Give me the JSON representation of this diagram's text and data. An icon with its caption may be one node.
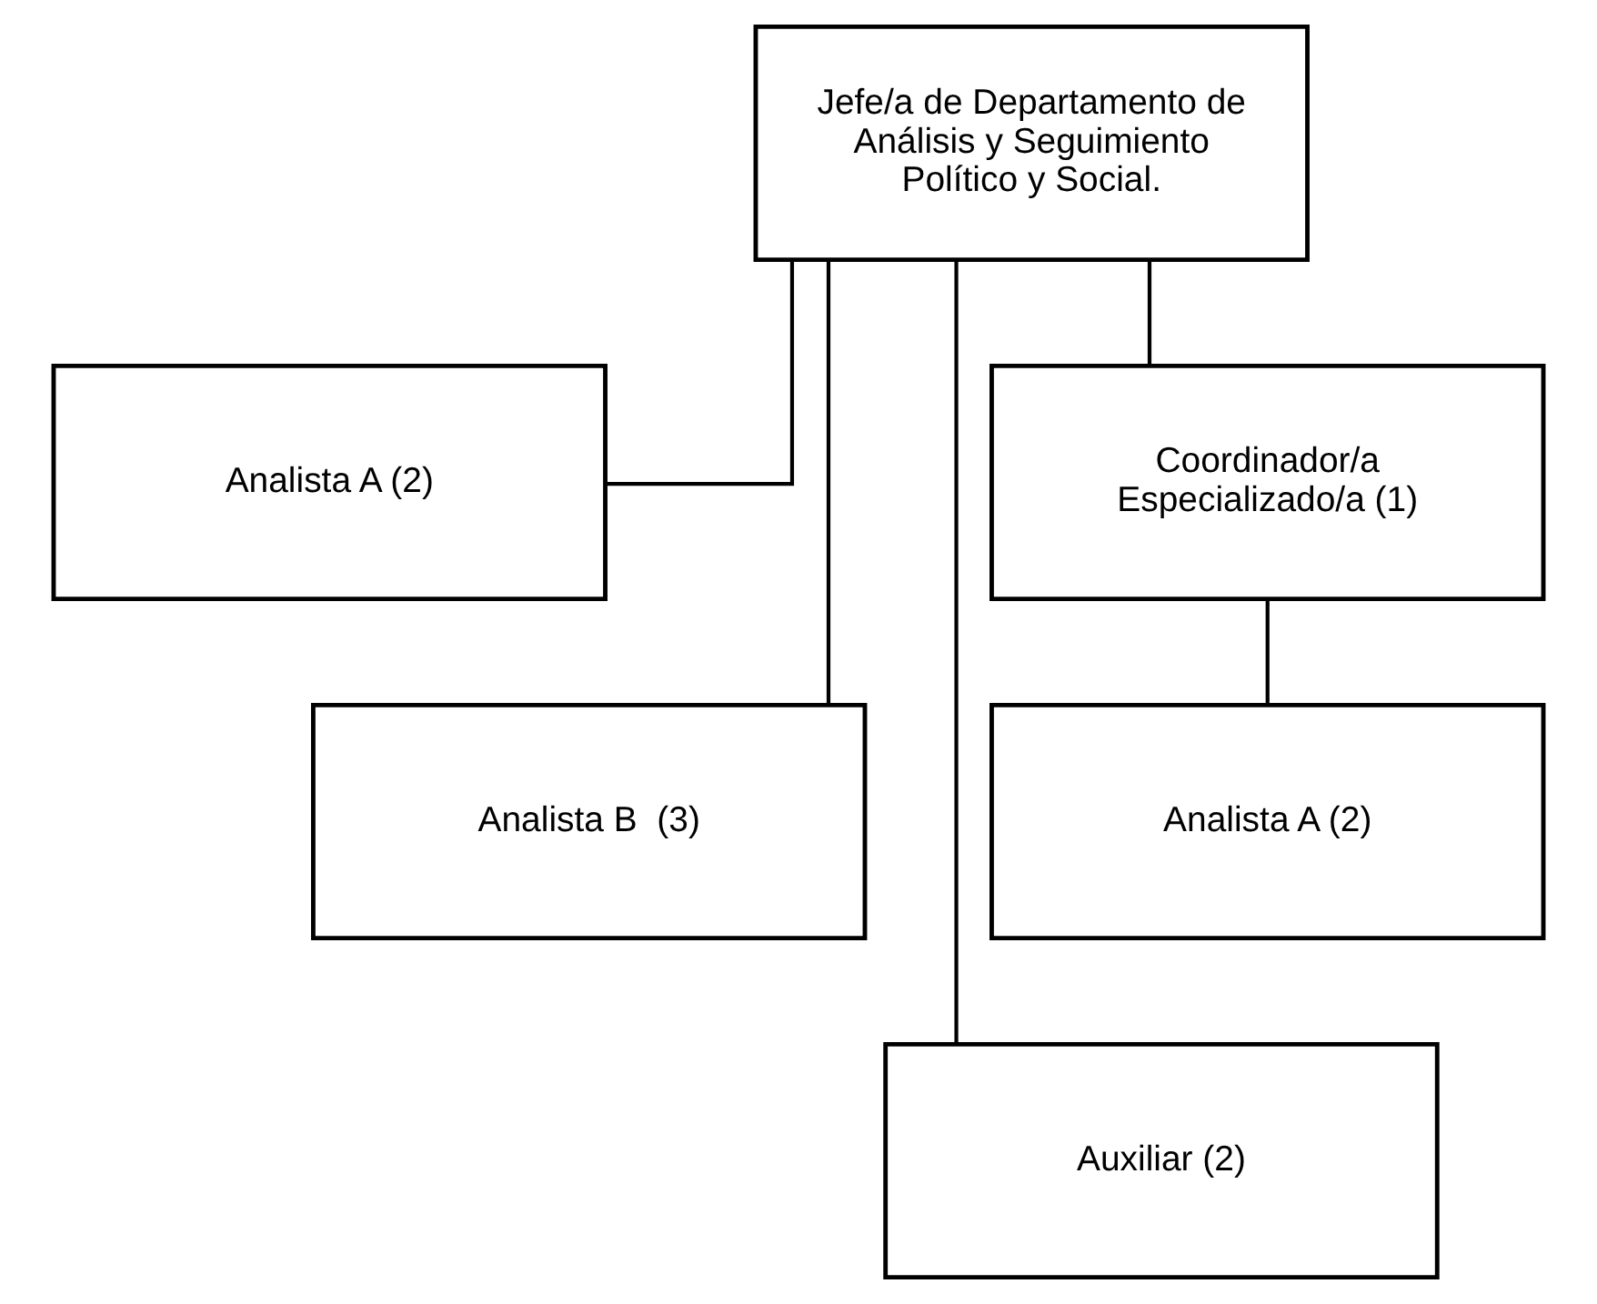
{
  "diagram": {
    "nodes": [
      {
        "text": [
          "Jefe/a de Departamento de Análisis y Seguimiento Político y Social."
        ]
      },
      {
        "text": [
          "Analista A (2)"
        ]
      },
      {
        "text": [
          "Coordinador/a Especializado/a (1)"
        ]
      },
      {
        "text": [
          "Analista B  (3)"
        ]
      },
      {
        "text": [
          "Analista A (2)"
        ]
      },
      {
        "text": [
          "Auxiliar (2)"
        ]
      }
    ],
    "edges": [
      {
        "from": 0,
        "to": 1,
        "arrow": "none"
      },
      {
        "from": 0,
        "to": 2,
        "arrow": "none"
      },
      {
        "from": 0,
        "to": 3,
        "arrow": "none"
      },
      {
        "from": 0,
        "to": 5,
        "arrow": "none"
      },
      {
        "from": 2,
        "to": 4,
        "arrow": "none"
      }
    ]
  }
}
